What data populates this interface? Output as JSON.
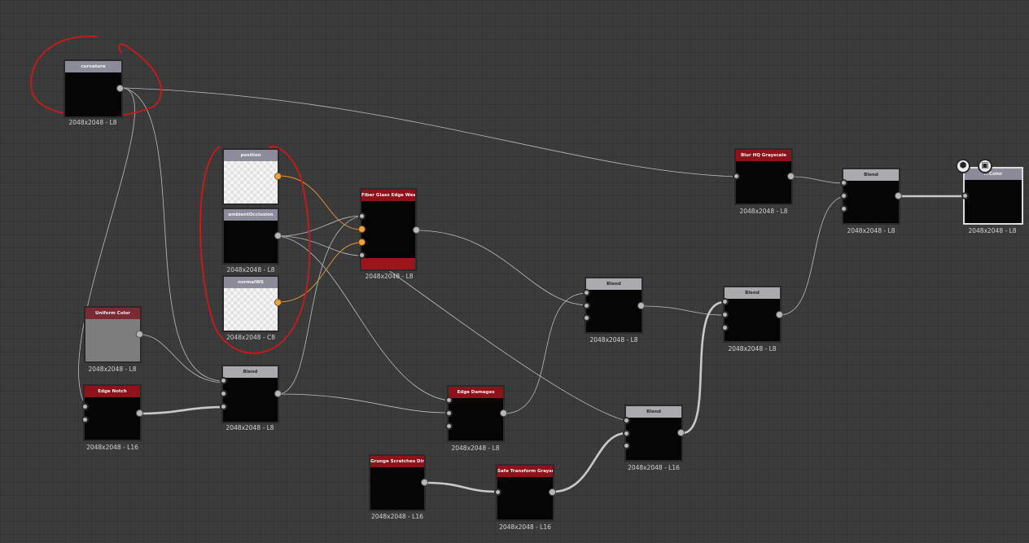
{
  "nodes": {
    "curvature": {
      "title": "curvature",
      "resolution": "2048x2048 - L8"
    },
    "position": {
      "title": "position"
    },
    "ambient_occlusion": {
      "title": "ambientOcclusion",
      "resolution": "2048x2048 - L8"
    },
    "normal_ws": {
      "title": "normalWS",
      "resolution": "2048x2048 - C8"
    },
    "fiber_glass": {
      "title": "Fiber Glass Edge Wear",
      "resolution": "2048x2048 - L8"
    },
    "uniform_color": {
      "title": "Uniform Color",
      "resolution": "2048x2048 - L8"
    },
    "edge_notch": {
      "title": "Edge Notch",
      "resolution": "2048x2048 - L16"
    },
    "blend_a": {
      "title": "Blend",
      "resolution": "2048x2048 - L8"
    },
    "edge_damages": {
      "title": "Edge Damages",
      "resolution": "2048x2048 - L8"
    },
    "grunge": {
      "title": "Grunge Scratches Dirty",
      "resolution": "2048x2048 - L16"
    },
    "safe_transform": {
      "title": "Safe Transform Grayscale",
      "resolution": "2048x2048 - L16"
    },
    "blend_b": {
      "title": "Blend",
      "resolution": "2048x2048 - L8"
    },
    "blend_c": {
      "title": "Blend",
      "resolution": "2048x2048 - L16"
    },
    "blend_d": {
      "title": "Blend",
      "resolution": "2048x2048 - L8"
    },
    "blur_hq": {
      "title": "Blur HQ Grayscale",
      "resolution": "2048x2048 - L8"
    },
    "blend_e": {
      "title": "Blend",
      "resolution": "2048x2048 - L8"
    },
    "output": {
      "title": "...Color",
      "resolution": "2048x2048 - L8"
    }
  },
  "colors": {
    "wire": "#bdbdbd",
    "wire_orange": "#e89a34",
    "annotation": "#d01818",
    "node_header_red": "#8e1219"
  },
  "icons": [
    "cube-icon",
    "checker-icon"
  ]
}
